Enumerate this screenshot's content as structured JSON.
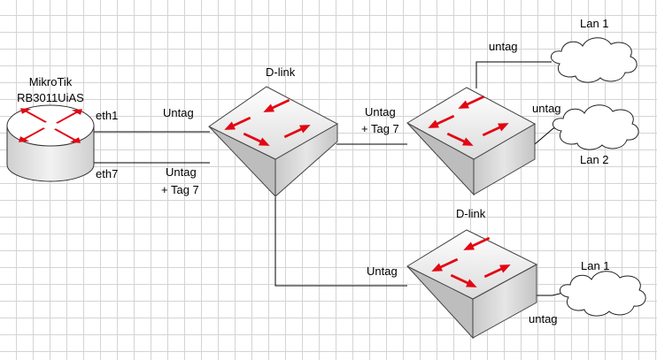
{
  "router": {
    "name_line1": "MikroTik",
    "name_line2": "RB3011UiAS",
    "port1": "eth1",
    "port2": "eth7"
  },
  "links": {
    "router_switch_top": "Untag",
    "router_switch_bottom_line1": "Untag",
    "router_switch_bottom_line2": "+ Tag 7",
    "switch1_switch2_line1": "Untag",
    "switch1_switch2_line2": "+ Tag 7",
    "switch1_switch3": "Untag"
  },
  "switches": {
    "switch1": "D-link",
    "switch3": "D-link"
  },
  "clouds": {
    "cloud_top": "Lan 1",
    "cloud_top_link": "untag",
    "cloud_mid": "Lan 2",
    "cloud_mid_link": "untag",
    "cloud_bottom": "Lan 1",
    "cloud_bottom_link": "untag"
  },
  "colors": {
    "arrow": "#e30613",
    "line": "#000000",
    "device_face": "#ffffff",
    "device_side": "#d6d6d6"
  },
  "icons": {
    "router": "router-icon",
    "switch": "switch-icon",
    "cloud": "cloud-icon"
  }
}
